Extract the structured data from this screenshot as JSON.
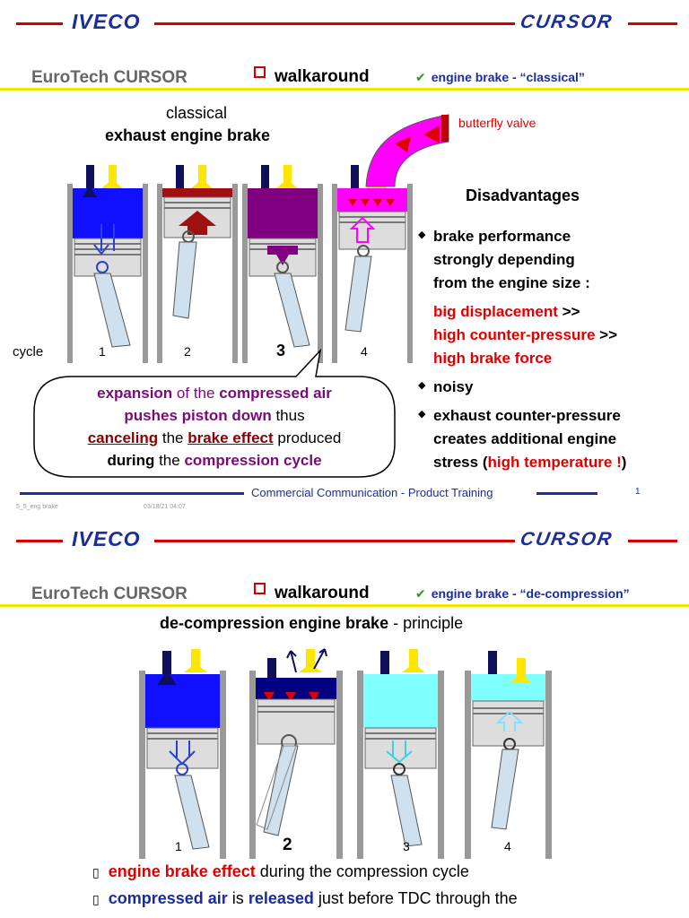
{
  "slide1": {
    "brand_left": "IVECO",
    "brand_right": "CURSOR",
    "section": "EuroTech CURSOR",
    "walkaround": "walkaround",
    "topic": "engine brake - “classical”",
    "title_line1": "classical",
    "title_line2": "exhaust engine brake",
    "butterfly_label": "butterfly valve",
    "cycle_label": "cycle",
    "cycles": [
      "1",
      "2",
      "3",
      "4"
    ],
    "callout": {
      "l1a": "expansion",
      "l1b": " of the ",
      "l1c": "compressed air",
      "l2a": "pushes piston down",
      "l2b": " thus",
      "l3a": "canceling",
      "l3b": " the ",
      "l3c": "brake effect",
      "l3d": " produced",
      "l4a": "during",
      "l4b": " the ",
      "l4c": "compression cycle"
    },
    "disadvantages_title": "Disadvantages",
    "bullet1_l1": "brake performance",
    "bullet1_l2": "strongly depending",
    "bullet1_l3": "from the engine size :",
    "red1": "big displacement",
    "red1_suffix": " >>",
    "red2": "high counter-pressure",
    "red2_suffix": " >>",
    "red3": "high brake force",
    "bullet2": "noisy",
    "bullet3_l1": "exhaust counter-pressure",
    "bullet3_l2": "creates additional engine",
    "bullet3_l3a": "stress (",
    "bullet3_l3b": "high temperature !",
    "bullet3_l3c": ")",
    "footer": "Commercial Communication - Product Training",
    "page": "1",
    "file": "5_5_eng brake",
    "date": "03/18/21 04:07"
  },
  "slide2": {
    "brand_left": "IVECO",
    "brand_right": "CURSOR",
    "section": "EuroTech CURSOR",
    "walkaround": "walkaround",
    "topic": "engine brake - “de-compression”",
    "title_bold": "de-compression engine brake",
    "title_rest": " - principle",
    "cycles": [
      "1",
      "2",
      "3",
      "4"
    ],
    "bullet1_a": "engine brake effect",
    "bullet1_b": "  during the compression cycle",
    "bullet2_a": "compressed air",
    "bullet2_b": " is ",
    "bullet2_c": "released",
    "bullet2_d": " just before TDC through the",
    "bullet_marker": "▯"
  },
  "colors": {
    "iveco_blue": "#1a2e9a",
    "red": "#e00000",
    "purple": "#7a0a7a",
    "cylinder_blue": "#1010ff",
    "cylinder_purple": "#800080",
    "cylinder_magenta": "#ff00ff",
    "cylinder_cyan": "#80ffff",
    "valve_yellow": "#ffe600",
    "valve_navy": "#10105a"
  }
}
